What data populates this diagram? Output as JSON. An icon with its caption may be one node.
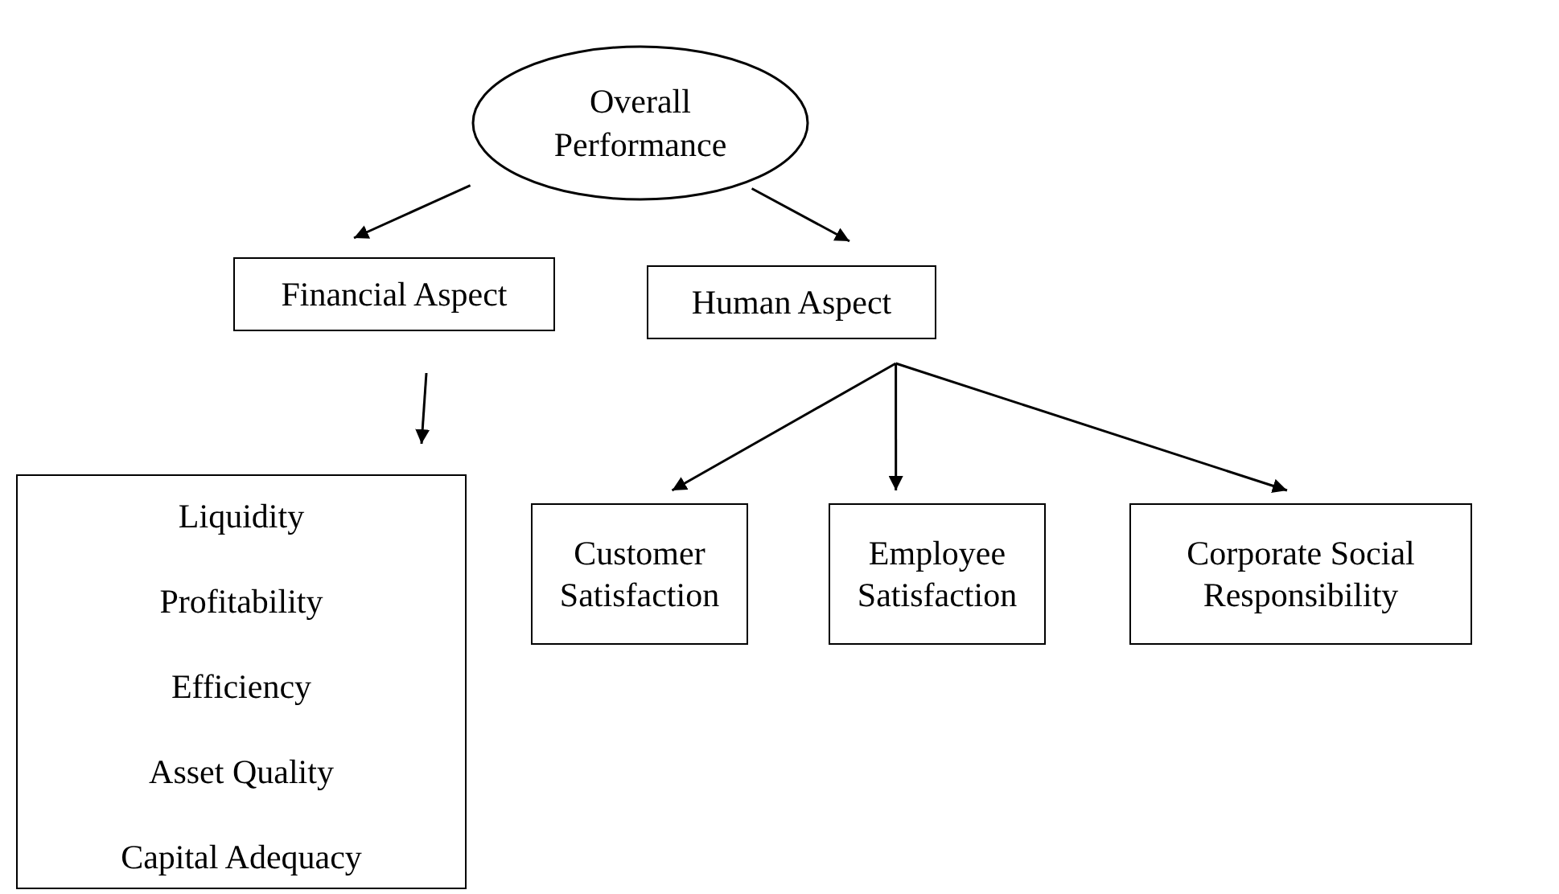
{
  "diagram": {
    "nodes": [
      {
        "text": [
          "Overall Performance"
        ]
      },
      {
        "text": [
          "Financial Aspect"
        ]
      },
      {
        "text": [
          "Human Aspect"
        ]
      },
      {
        "text": [
          "Liquidity",
          "Profitability",
          "Efficiency",
          "Asset Quality",
          "Capital Adequacy"
        ]
      },
      {
        "text": [
          "Customer Satisfaction"
        ]
      },
      {
        "text": [
          "Employee Satisfaction"
        ]
      },
      {
        "text": [
          "Corporate Social Responsibility"
        ]
      }
    ],
    "edges": [
      {
        "from": 0,
        "to": 1,
        "arrow": "to"
      },
      {
        "from": 0,
        "to": 2,
        "arrow": "to"
      },
      {
        "from": 1,
        "to": 3,
        "arrow": "to"
      },
      {
        "from": 2,
        "to": 4,
        "arrow": "to"
      },
      {
        "from": 2,
        "to": 5,
        "arrow": "to"
      },
      {
        "from": 2,
        "to": 6,
        "arrow": "to"
      }
    ]
  }
}
